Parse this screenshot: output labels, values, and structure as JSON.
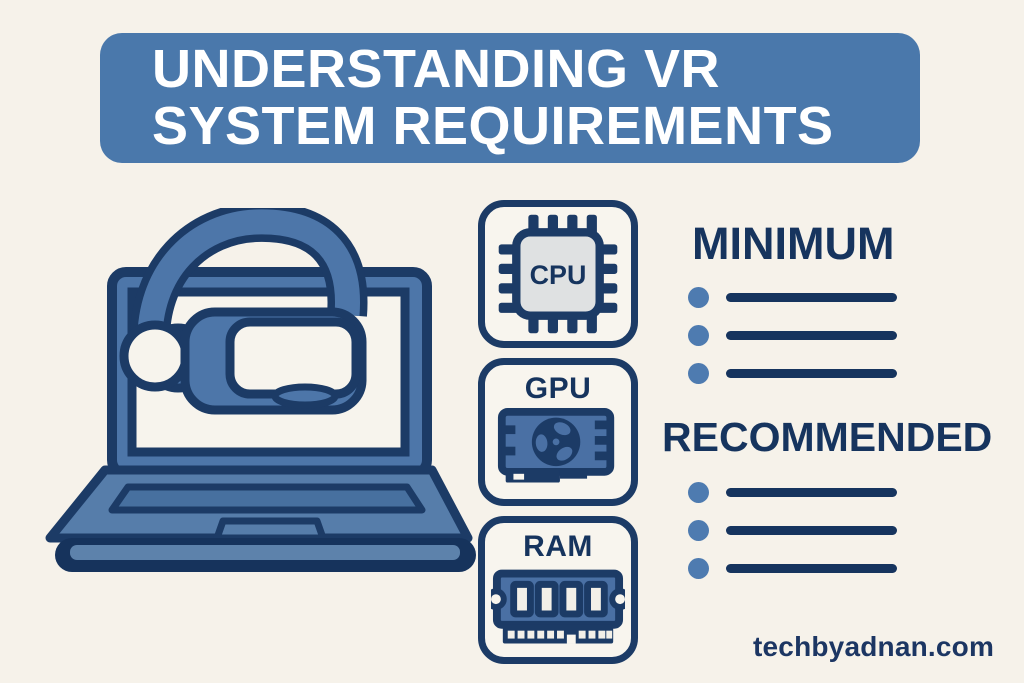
{
  "header": {
    "title_line1": "UNDERSTANDING VR",
    "title_line2": "SYSTEM REQUIREMENTS"
  },
  "illustration": {
    "icon": "laptop-with-vr-headset-icon"
  },
  "components": [
    {
      "label": "CPU",
      "icon": "cpu-chip-icon"
    },
    {
      "label": "GPU",
      "icon": "gpu-card-icon"
    },
    {
      "label": "RAM",
      "icon": "ram-stick-icon"
    }
  ],
  "requirements": [
    {
      "heading": "MINIMUM",
      "bullet_count": 3,
      "bullet_style": "placeholder-line"
    },
    {
      "heading": "RECOMMENDED",
      "bullet_count": 3,
      "bullet_style": "placeholder-line"
    }
  ],
  "footer": {
    "watermark": "techbyadnan.com"
  },
  "colors": {
    "background": "#f6f2ea",
    "banner_blue": "#4a78ab",
    "outline_navy": "#1c3b66",
    "text_navy": "#16345e",
    "mid_blue": "#4d76a9",
    "deck_blue": "#567daa",
    "bullet_blue": "#4e7bb0",
    "chip_gray": "#dfe1e2",
    "card_blue": "#4a70a4"
  }
}
